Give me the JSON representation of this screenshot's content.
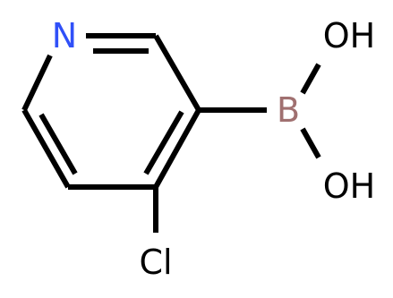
{
  "molecule": {
    "atoms": {
      "nitrogen": {
        "symbol": "N",
        "color": "#3050F8"
      },
      "boron": {
        "symbol": "B",
        "color": "#A07070"
      },
      "hydroxyl_top": {
        "symbol": "OH",
        "color": "#000000"
      },
      "hydroxyl_bottom": {
        "symbol": "OH",
        "color": "#000000"
      },
      "chlorine": {
        "symbol": "Cl",
        "color": "#000000"
      }
    },
    "bond_color": "#000000"
  }
}
